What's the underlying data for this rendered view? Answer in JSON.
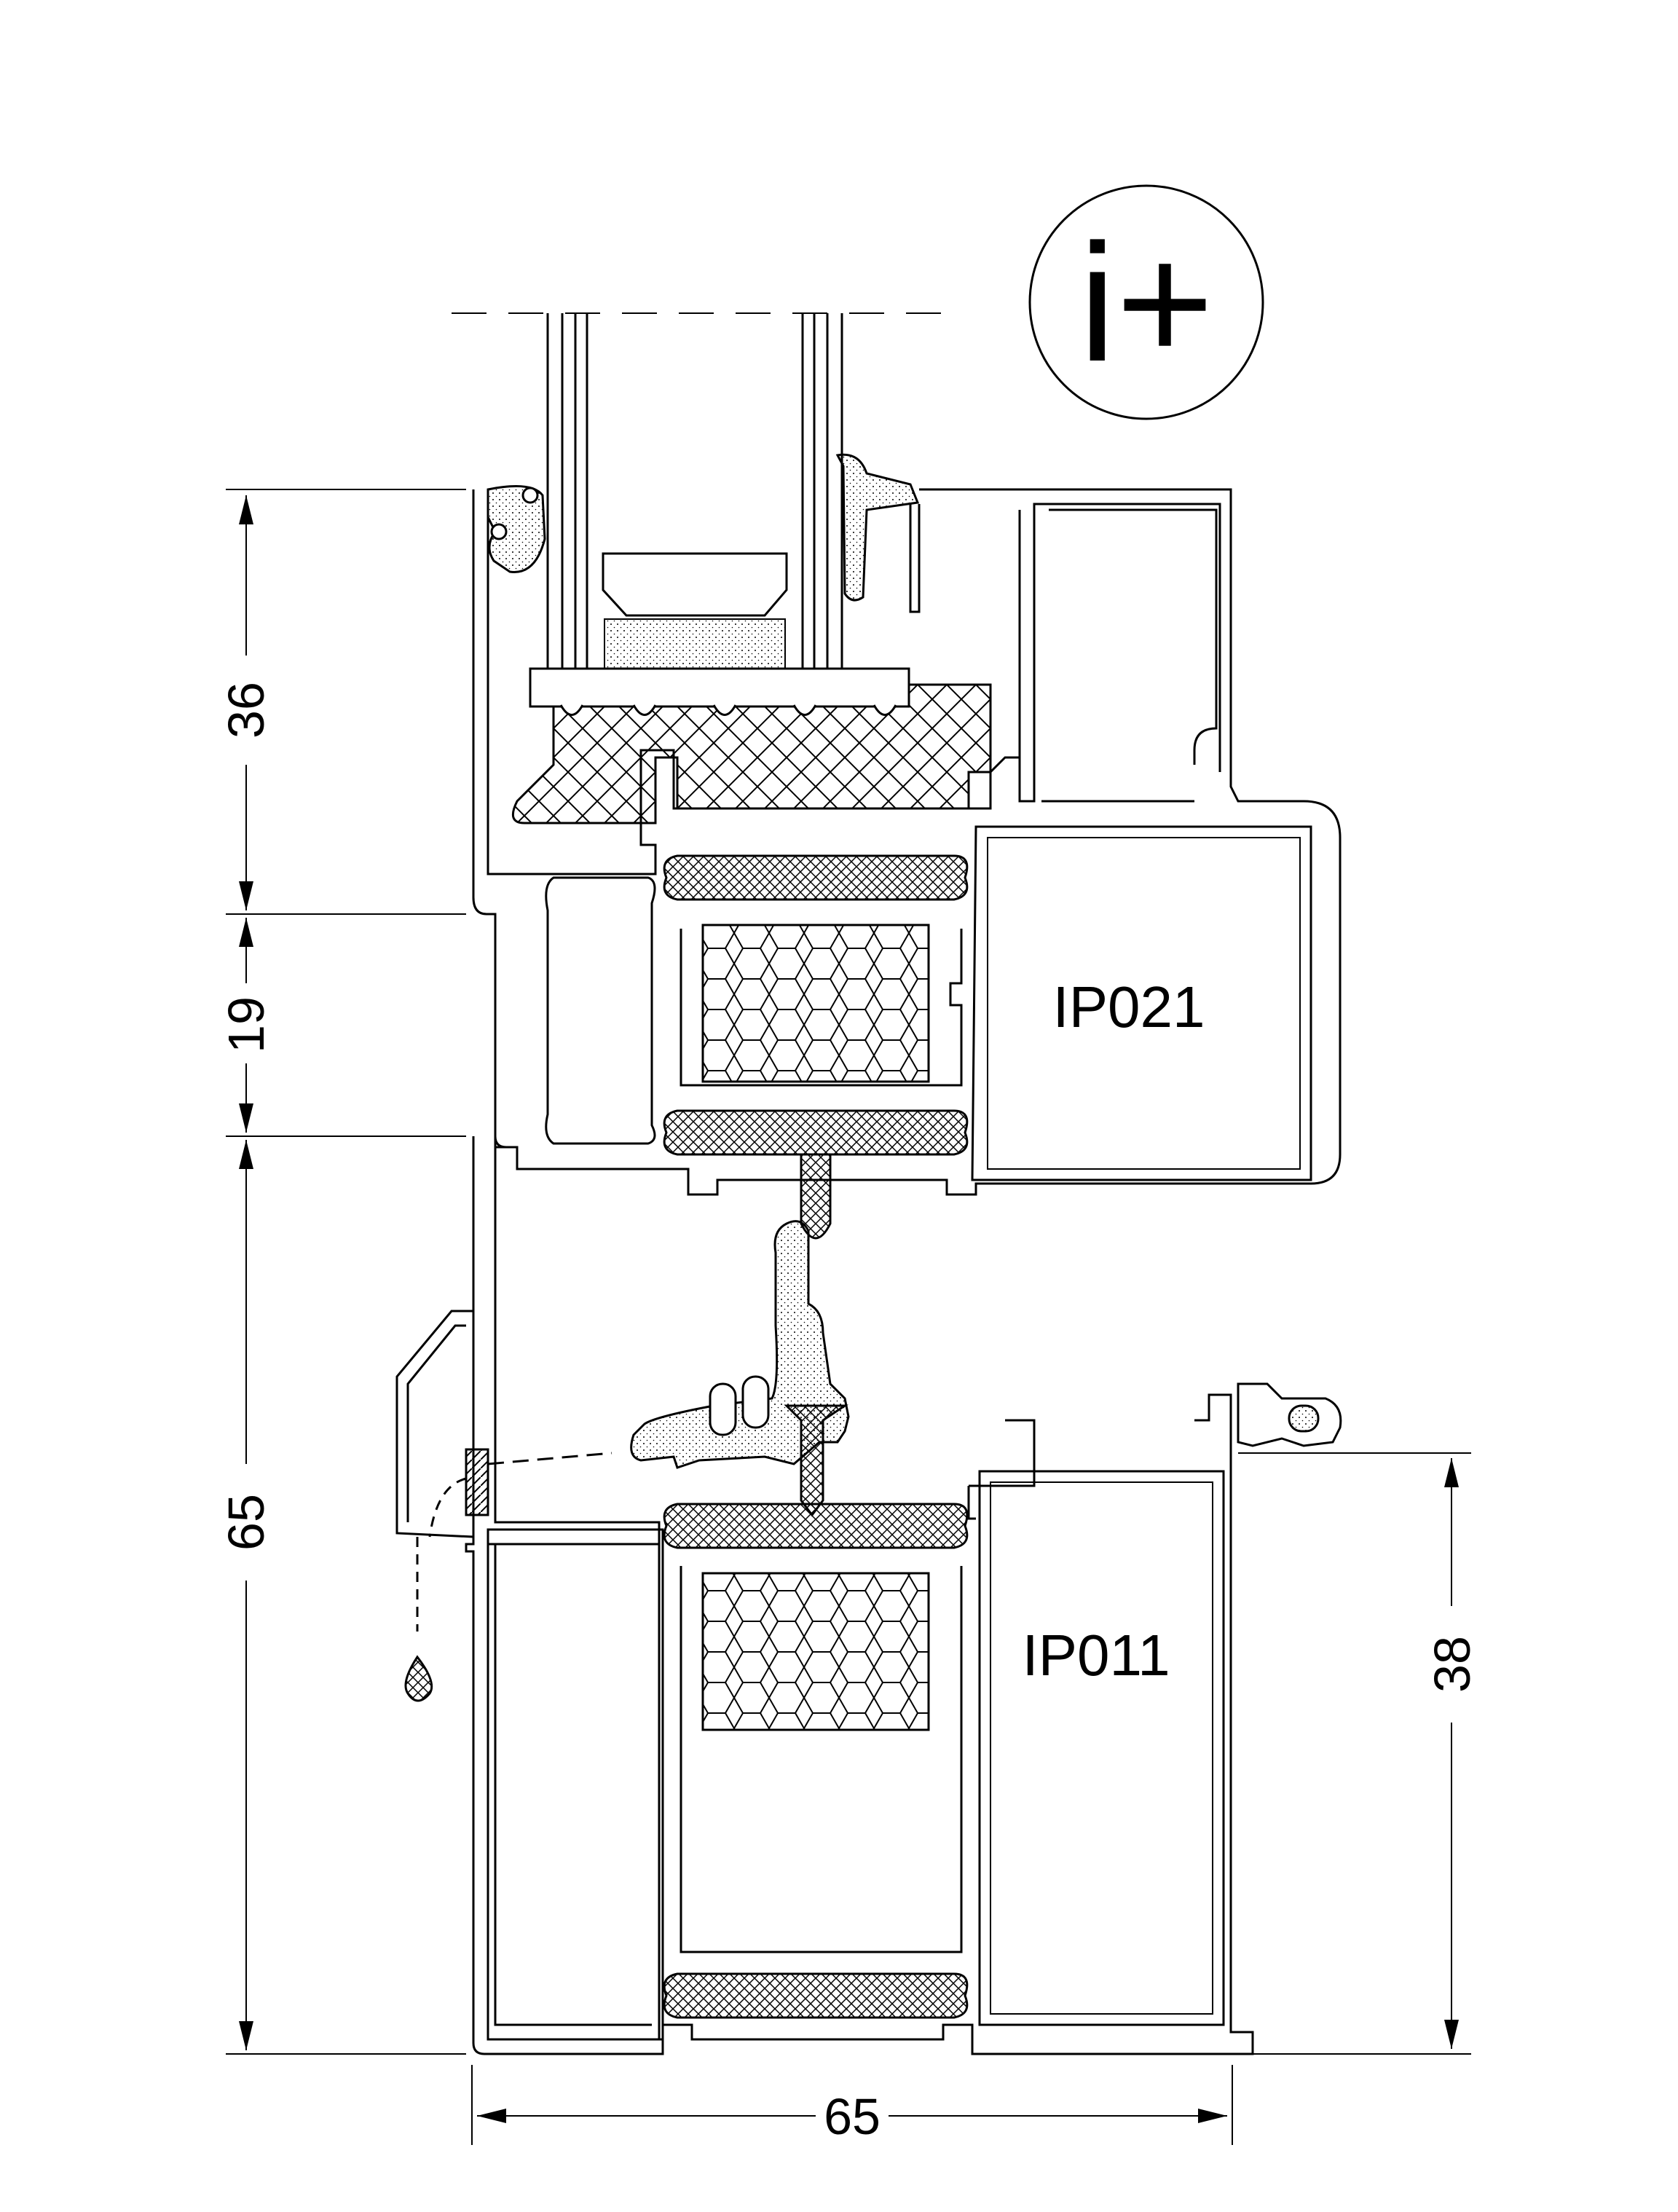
{
  "badge": {
    "text": "i+"
  },
  "profiles": {
    "upper": "IP021",
    "lower": "IP011"
  },
  "dimensions": {
    "left_top": "36",
    "left_middle": "19",
    "left_bottom": "65",
    "bottom_width": "65",
    "right_height": "38"
  },
  "colors": {
    "line": "#000000",
    "background": "#ffffff"
  }
}
